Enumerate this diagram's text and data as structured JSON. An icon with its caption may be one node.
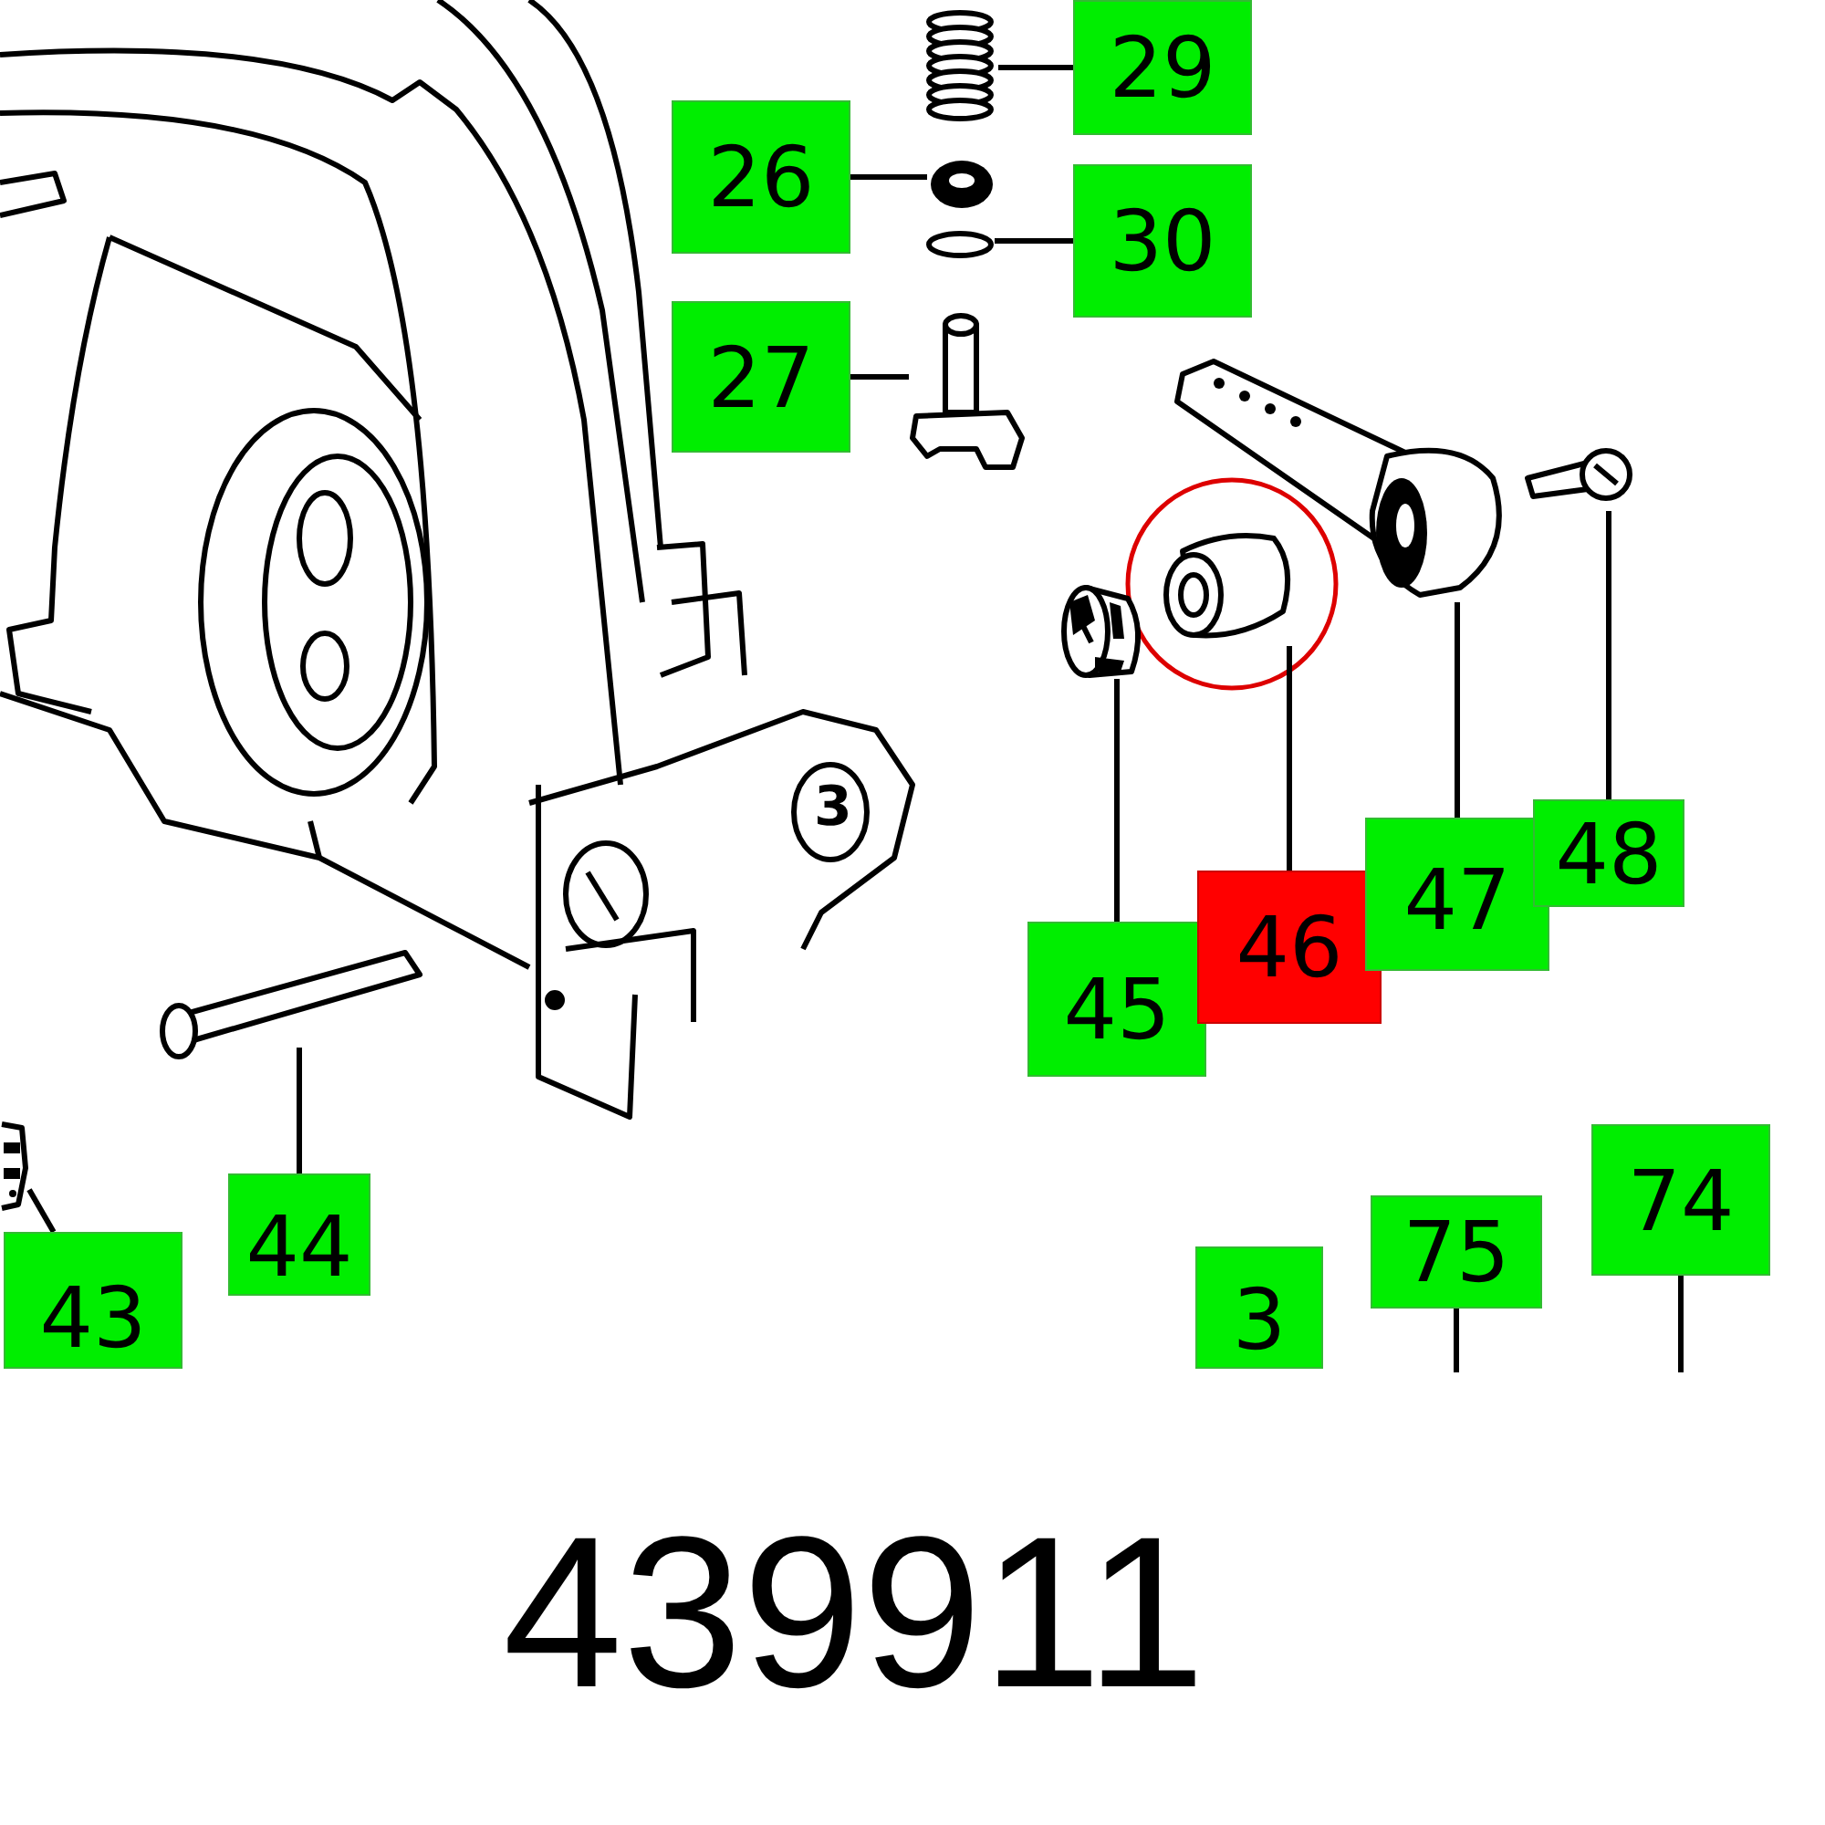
{
  "diagram": {
    "caption": "439911",
    "nodes": [
      {
        "text": [
          "29"
        ]
      },
      {
        "text": [],
        "shape": "picture"
      },
      {
        "text": [
          "26"
        ]
      },
      {
        "text": [],
        "shape": "picture"
      },
      {
        "text": [
          "30"
        ]
      },
      {
        "text": [],
        "shape": "circle"
      },
      {
        "text": [
          "27"
        ]
      },
      {
        "text": [],
        "shape": "picture"
      },
      {
        "text": [],
        "shape": "picture"
      },
      {
        "text": [],
        "shape": "picture"
      },
      {
        "text": [],
        "shape": "picture"
      },
      {
        "text": [],
        "shape": "picture"
      },
      {
        "text": [
          "45"
        ]
      },
      {
        "text": [
          "46"
        ]
      },
      {
        "text": [
          "47"
        ]
      },
      {
        "text": [
          "48"
        ]
      },
      {
        "text": [],
        "shape": "picture"
      },
      {
        "text": [],
        "shape": "picture"
      },
      {
        "text": [
          "44"
        ]
      },
      {
        "text": [
          "43"
        ]
      },
      {
        "text": [
          "3"
        ]
      },
      {
        "text": [
          "75"
        ]
      },
      {
        "text": [
          "74"
        ]
      }
    ],
    "edges": [
      {
        "from": 0,
        "to": 1,
        "arrow": "none"
      },
      {
        "from": 2,
        "to": 3,
        "arrow": "none"
      },
      {
        "from": 4,
        "to": 5,
        "arrow": "none"
      },
      {
        "from": 6,
        "to": 7,
        "arrow": "none"
      },
      {
        "from": 12,
        "to": 8,
        "arrow": "none"
      },
      {
        "from": 13,
        "to": 9,
        "arrow": "none"
      },
      {
        "from": 14,
        "to": 10,
        "arrow": "none"
      },
      {
        "from": 15,
        "to": 11,
        "arrow": "none"
      },
      {
        "from": 18,
        "to": 16,
        "arrow": "none"
      },
      {
        "from": 19,
        "to": 17,
        "arrow": "none"
      },
      {
        "from": 21,
        "to": null,
        "arrow": "none"
      },
      {
        "from": 22,
        "to": null,
        "arrow": "none"
      }
    ],
    "labels": [
      "3"
    ]
  }
}
